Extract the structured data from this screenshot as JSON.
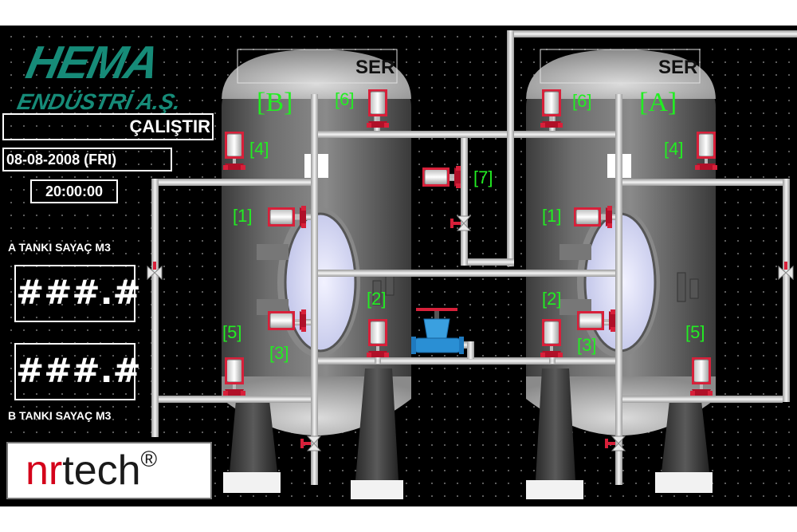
{
  "brand": {
    "name": "HEMA",
    "subtitle": "ENDÜSTRİ A.Ş."
  },
  "status": {
    "run_label": "ÇALIŞTIR"
  },
  "clock": {
    "date": "08-08-2008 (FRI)",
    "time": "20:00:00"
  },
  "counters": {
    "a_label": "A TANKI SAYAÇ M3",
    "a_value": "###.#",
    "b_value": "###.#",
    "b_label": "B TANKI SAYAÇ M3"
  },
  "vendor": {
    "nr": "nr",
    "tech": "tech",
    "reg": "®"
  },
  "tanks": {
    "b": {
      "label": "[B]",
      "ser": "SER"
    },
    "a": {
      "label": "[A]",
      "ser": "SER"
    }
  },
  "valve_tags": {
    "b1": "[1]",
    "b2": "[2]",
    "b3": "[3]",
    "b4": "[4]",
    "b5": "[5]",
    "b6": "[6]",
    "a1": "[1]",
    "a2": "[2]",
    "a3": "[3]",
    "a4": "[4]",
    "a5": "[5]",
    "a6": "[6]",
    "v7": "[7]"
  },
  "colors": {
    "background": "#000000",
    "accent_green": "#22ee22",
    "brand_teal": "#168b78",
    "valve_red": "#d8203a",
    "pump_blue": "#2a8fd4",
    "tank_gray": "#5f5f5f"
  },
  "icons": [
    "pneumatic-valve-icon",
    "manual-valve-icon",
    "pump-icon"
  ]
}
